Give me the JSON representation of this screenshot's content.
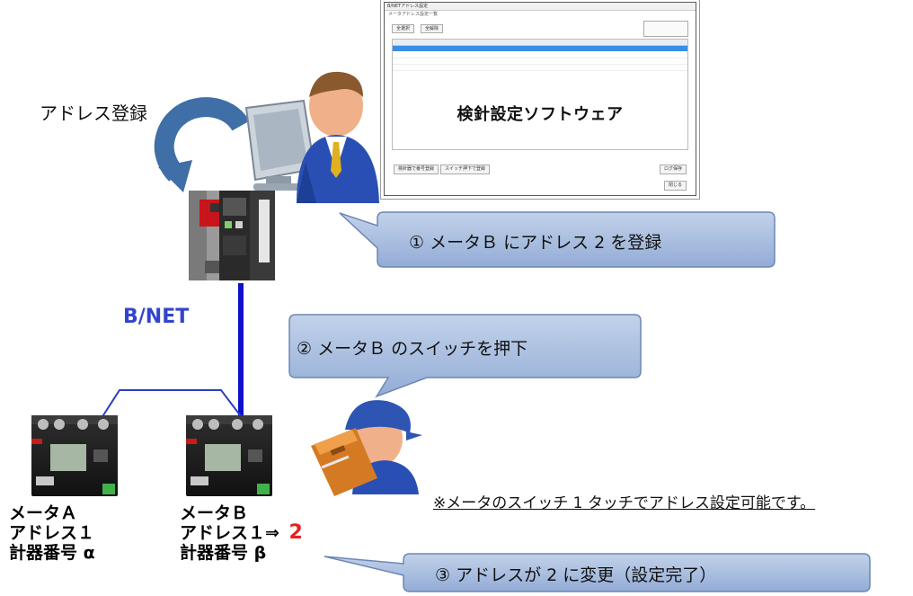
{
  "software": {
    "title": "検針設定ソフトウェア",
    "window_title": "B/NETアドレス設定",
    "subtitle": "メータアドレス設定一覧",
    "toolbar": [
      "全選択",
      "全解除"
    ],
    "bottom_left_buttons": [
      "検針器で番号登録",
      "スイッチ押下で登録"
    ],
    "bottom_right_buttons": [
      "ログ保存",
      "閉じる"
    ]
  },
  "labels": {
    "address_register": "アドレス登録",
    "bnet": "B/NET",
    "note": "※メータのスイッチ 1 タッチでアドレス設定可能です。"
  },
  "callouts": {
    "step1": "① メータＢ にアドレス 2 を登録",
    "step2": "② メータＢ のスイッチを押下",
    "step3": "③ アドレスが 2 に変更（設定完了）"
  },
  "meter_a": {
    "name": "メータＡ",
    "address": "アドレス１",
    "instrument": "計器番号 α"
  },
  "meter_b": {
    "name": "メータＢ",
    "address_prefix": "アドレス１⇒",
    "address_new": "2",
    "instrument": "計器番号 β"
  },
  "colors": {
    "callout_fill": "#a9bfe0",
    "callout_stroke": "#6d87b3",
    "bnet_line": "#1010cc",
    "bnet_text": "#3344cc",
    "arrow": "#3f6fa6",
    "highlight": "#e82020"
  }
}
